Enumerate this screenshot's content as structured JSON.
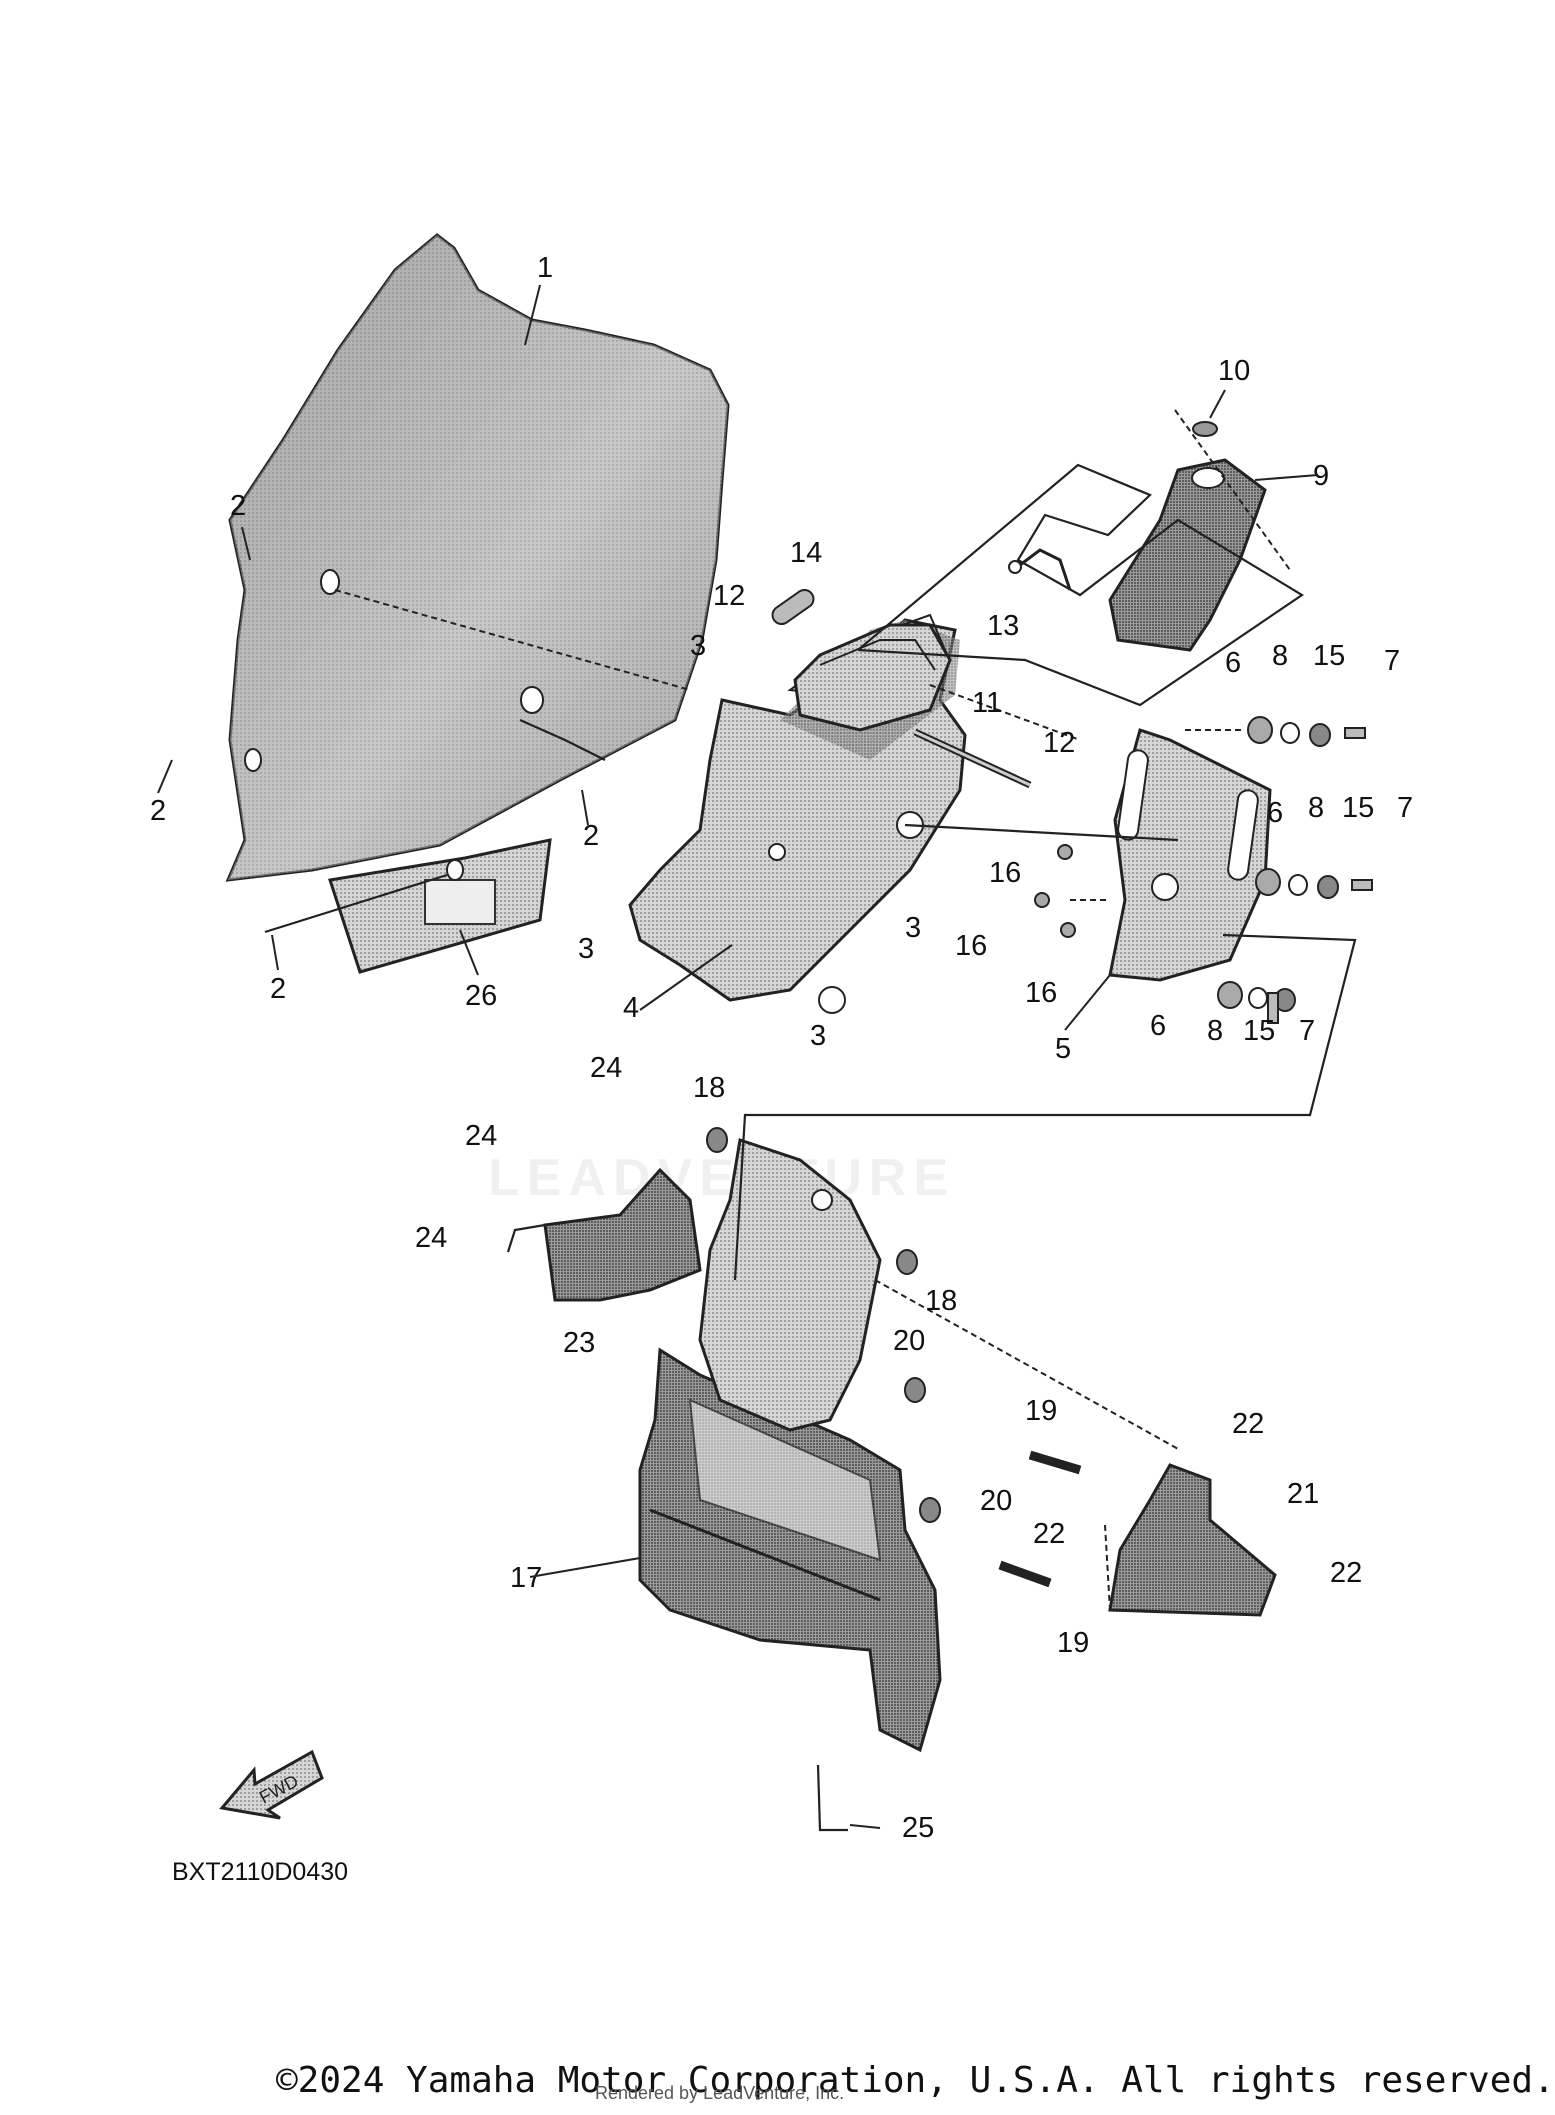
{
  "diagram": {
    "callouts": {
      "c1": "1",
      "c2a": "2",
      "c2b": "2",
      "c2c": "2",
      "c2d": "2",
      "c3a": "3",
      "c3b": "3",
      "c3c": "3",
      "c3d": "3",
      "c4": "4",
      "c5": "5",
      "c6a": "6",
      "c6b": "6",
      "c6c": "6",
      "c7a": "7",
      "c7b": "7",
      "c7c": "7",
      "c8a": "8",
      "c8b": "8",
      "c8c": "8",
      "c9": "9",
      "c10": "10",
      "c11": "11",
      "c12a": "12",
      "c12b": "12",
      "c13": "13",
      "c14": "14",
      "c15a": "15",
      "c15b": "15",
      "c15c": "15",
      "c16a": "16",
      "c16b": "16",
      "c16c": "16",
      "c17": "17",
      "c18a": "18",
      "c18b": "18",
      "c19a": "19",
      "c19b": "19",
      "c20a": "20",
      "c20b": "20",
      "c21": "21",
      "c22a": "22",
      "c22b": "22",
      "c22c": "22",
      "c23": "23",
      "c24a": "24",
      "c24b": "24",
      "c24c": "24",
      "c25": "25",
      "c26": "26"
    },
    "fwd_label": "FWD",
    "diagram_code": "BXT2110D0430",
    "copyright": "©2024 Yamaha Motor Corporation, U.S.A. All rights reserved.",
    "rendered_by": "Rendered by LeadVenture, Inc.",
    "watermark": "LEADVENTURE"
  }
}
